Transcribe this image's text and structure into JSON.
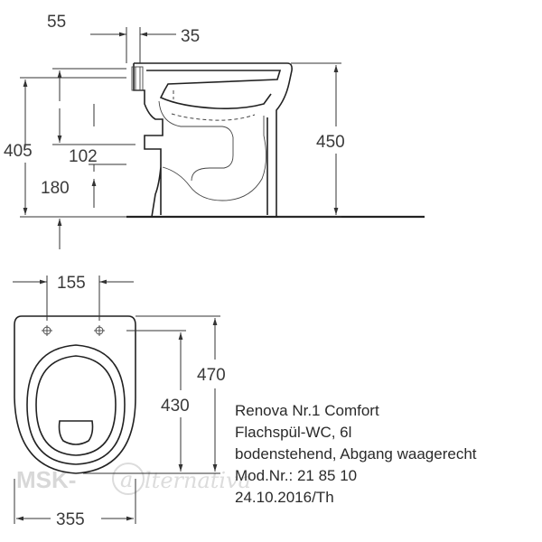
{
  "dimensions": {
    "d55": "55",
    "d35": "35",
    "d405": "405",
    "d450": "450",
    "d102": "102",
    "d180": "180",
    "d155": "155",
    "d470": "470",
    "d430": "430",
    "d355": "355"
  },
  "info": {
    "line1": "Renova Nr.1 Comfort",
    "line2": "Flachspül-WC, 6l",
    "line3": "bodenstehend, Abgang waagerecht",
    "line4": "Mod.Nr.: 21 85 10",
    "line5": "24.10.2016/Th"
  },
  "watermark": {
    "brand": "MSK-",
    "script": "lternativa"
  }
}
